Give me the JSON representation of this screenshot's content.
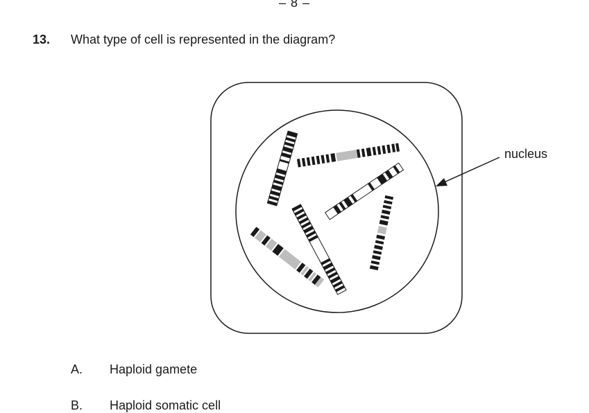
{
  "page": {
    "number": "– 8 –"
  },
  "question": {
    "number": "13.",
    "text": "What type of cell is represented in the diagram?"
  },
  "diagram": {
    "nucleus_label": "nucleus"
  },
  "options": [
    {
      "letter": "A.",
      "text": "Haploid gamete"
    },
    {
      "letter": "B.",
      "text": "Haploid somatic cell"
    }
  ]
}
